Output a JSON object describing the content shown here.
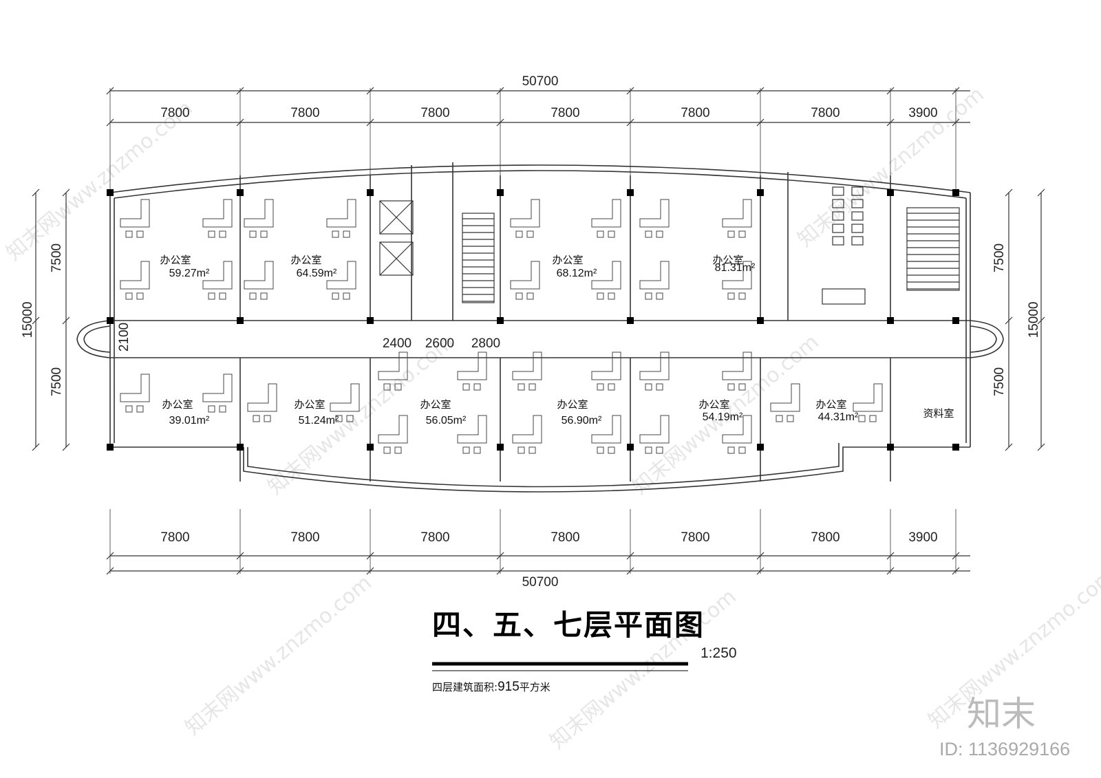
{
  "drawing": {
    "title": "四、五、七层平面图",
    "scale": "1:250",
    "area_note_label": "四层建筑面积",
    "area_note_value": "915",
    "area_note_unit": "平方米"
  },
  "dimensions": {
    "top_total": "50700",
    "top_bays": [
      "7800",
      "7800",
      "7800",
      "7800",
      "7800",
      "7800",
      "3900"
    ],
    "bottom_bays": [
      "7800",
      "7800",
      "7800",
      "7800",
      "7800",
      "7800",
      "3900"
    ],
    "bottom_total": "50700",
    "left_parts": [
      "7500",
      "2100",
      "7500"
    ],
    "left_total": "15000",
    "right_parts": [
      "7500",
      "7500"
    ],
    "right_total": "15000",
    "corridor_parts": [
      "2400",
      "2600",
      "2800"
    ]
  },
  "rooms_north": [
    {
      "name": "办公室",
      "area": "59.27m²"
    },
    {
      "name": "办公室",
      "area": "64.59m²"
    },
    {
      "name": "办公室",
      "area": "68.12m²"
    },
    {
      "name": "办公室",
      "area": "81.31m²"
    }
  ],
  "rooms_south": [
    {
      "name": "办公室",
      "area": "39.01m²"
    },
    {
      "name": "办公室",
      "area": "51.24m²"
    },
    {
      "name": "办公室",
      "area": "56.05m²"
    },
    {
      "name": "办公室",
      "area": "56.90m²"
    },
    {
      "name": "办公室",
      "area": "54.19m²"
    },
    {
      "name": "办公室",
      "area": "44.31m²"
    }
  ],
  "archive_room": "资料室",
  "brand": {
    "logo_text": "知末",
    "id_text": "ID: 1136929166",
    "watermark": "知末网www.znzmo.com"
  }
}
